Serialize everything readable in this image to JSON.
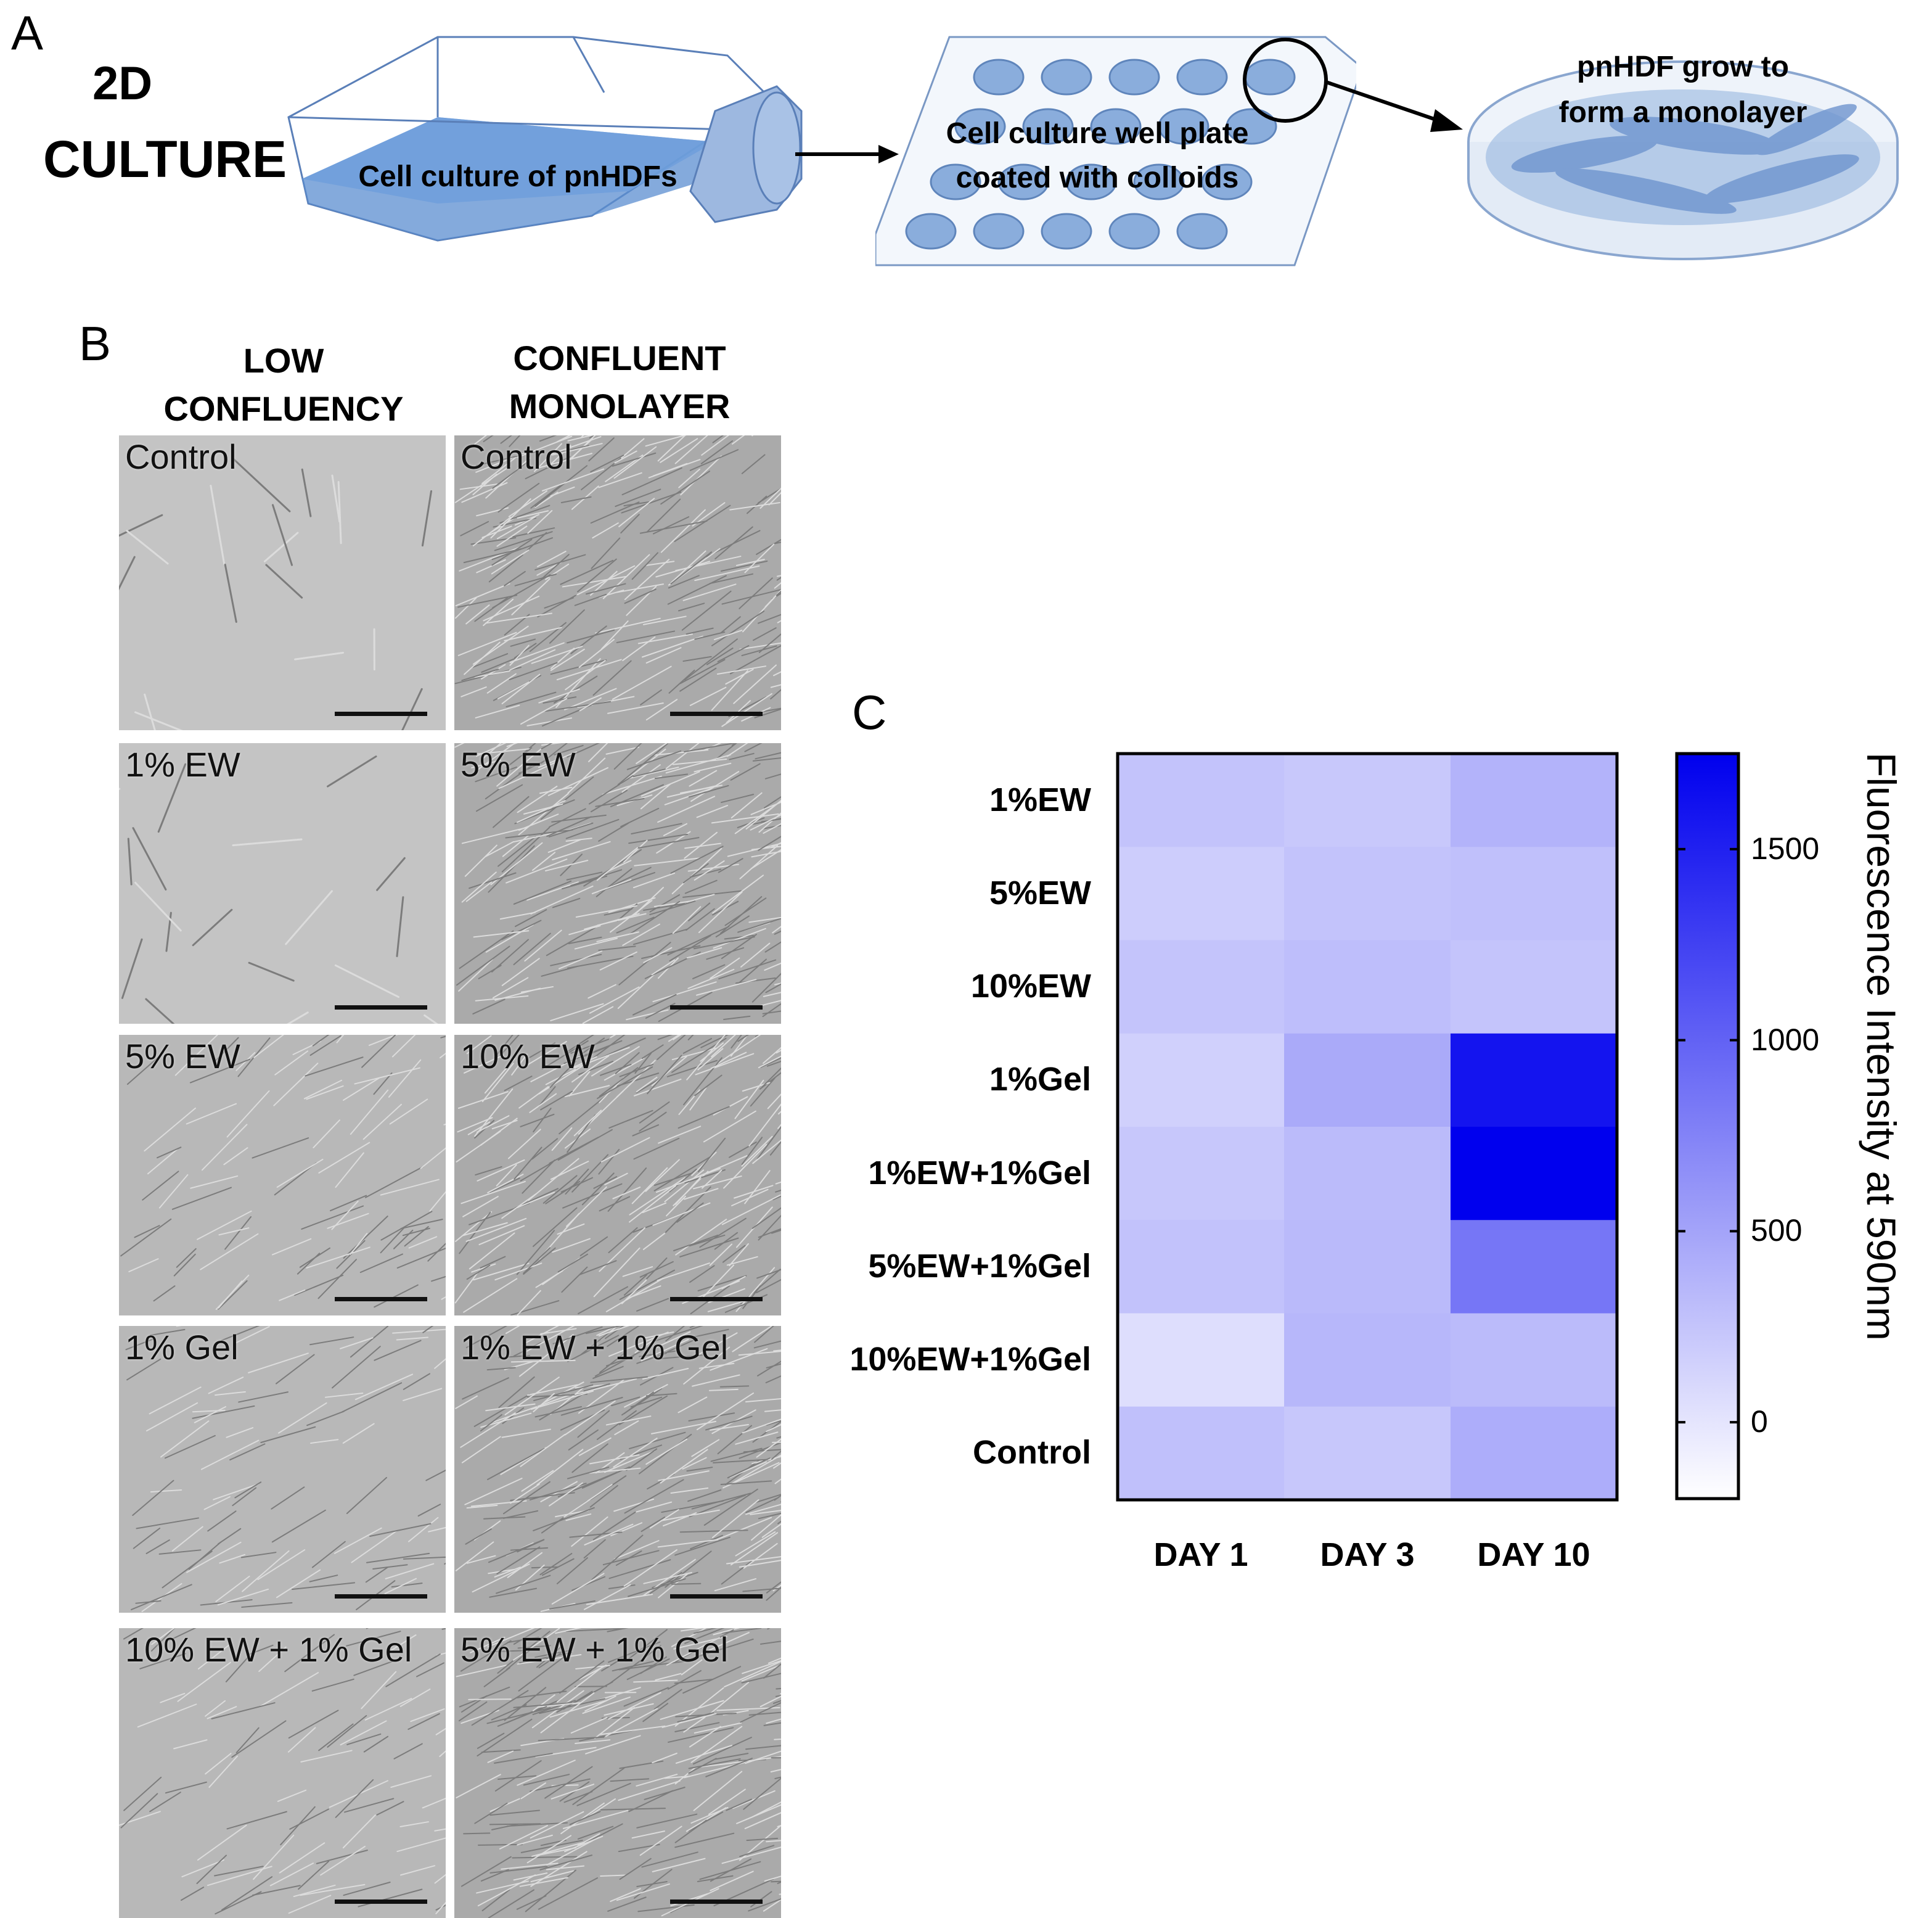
{
  "panel_a": {
    "letter": "A",
    "culture_title_line1": "2D",
    "culture_title_line2": "CULTURE",
    "flask_label": "Cell culture of pnHDFs",
    "plate_label_line1": "Cell culture well plate",
    "plate_label_line2": "coated with colloids",
    "dish_label_line1": "pnHDF grow to",
    "dish_label_line2": "form a monolayer"
  },
  "panel_b": {
    "letter": "B",
    "col1_line1": "LOW",
    "col1_line2": "CONFLUENCY",
    "col2_line1": "CONFLUENT",
    "col2_line2": "MONOLAYER",
    "images": [
      {
        "label": "Control",
        "texture": "sparse"
      },
      {
        "label": "Control",
        "texture": "dense"
      },
      {
        "label": "1% EW",
        "texture": "sparse"
      },
      {
        "label": "5% EW",
        "texture": "dense"
      },
      {
        "label": "5% EW",
        "texture": "medium"
      },
      {
        "label": "10% EW",
        "texture": "dense"
      },
      {
        "label": "1% Gel",
        "texture": "medium"
      },
      {
        "label": "1% EW + 1% Gel",
        "texture": "dense"
      },
      {
        "label": "10% EW + 1% Gel",
        "texture": "medium"
      },
      {
        "label": "5% EW + 1% Gel",
        "texture": "dense"
      }
    ]
  },
  "panel_c": {
    "letter": "C",
    "chart_data": {
      "type": "heatmap",
      "rows": [
        "1%EW",
        "5%EW",
        "10%EW",
        "1%Gel",
        "1%EW+1%Gel",
        "5%EW+1%Gel",
        "10%EW+1%Gel",
        "Control"
      ],
      "columns": [
        "DAY 1",
        "DAY 3",
        "DAY 10"
      ],
      "values": [
        [
          260,
          220,
          380
        ],
        [
          180,
          260,
          280
        ],
        [
          250,
          300,
          250
        ],
        [
          160,
          450,
          1600
        ],
        [
          230,
          320,
          1750
        ],
        [
          270,
          330,
          850
        ],
        [
          50,
          350,
          320
        ],
        [
          280,
          230,
          430
        ]
      ],
      "colorbar_label": "Fluorescence Intensity at 590nm",
      "colorbar_ticks": [
        0,
        500,
        1000,
        1500
      ],
      "colorbar_range": [
        -200,
        1750
      ],
      "color_low": "#ffffff",
      "color_high": "#0000ee"
    }
  }
}
